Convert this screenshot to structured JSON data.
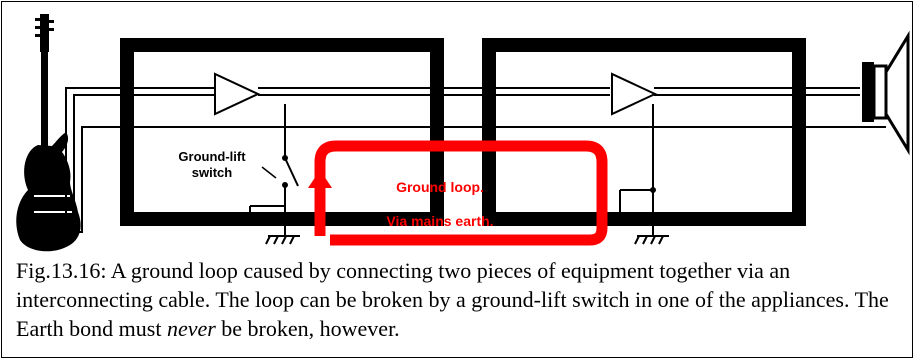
{
  "diagram": {
    "switch_label_line1": "Ground-lift",
    "switch_label_line2": "switch",
    "loop_label_line1": "Ground loop.",
    "loop_label_line2": "Via mains earth.",
    "colors": {
      "loop": "#ff0000",
      "ink": "#000000"
    },
    "icons": [
      "guitar-icon",
      "amplifier-icon",
      "speaker-icon",
      "ground-symbol-icon"
    ]
  },
  "caption": {
    "before": "Fig.13.16: A ground loop caused by connecting two pieces of equipment together via an interconnecting cable. The loop can be broken by a ground-lift switch in one of the appliances.  The Earth bond must ",
    "emphasis": "never",
    "after": " be broken, however."
  }
}
